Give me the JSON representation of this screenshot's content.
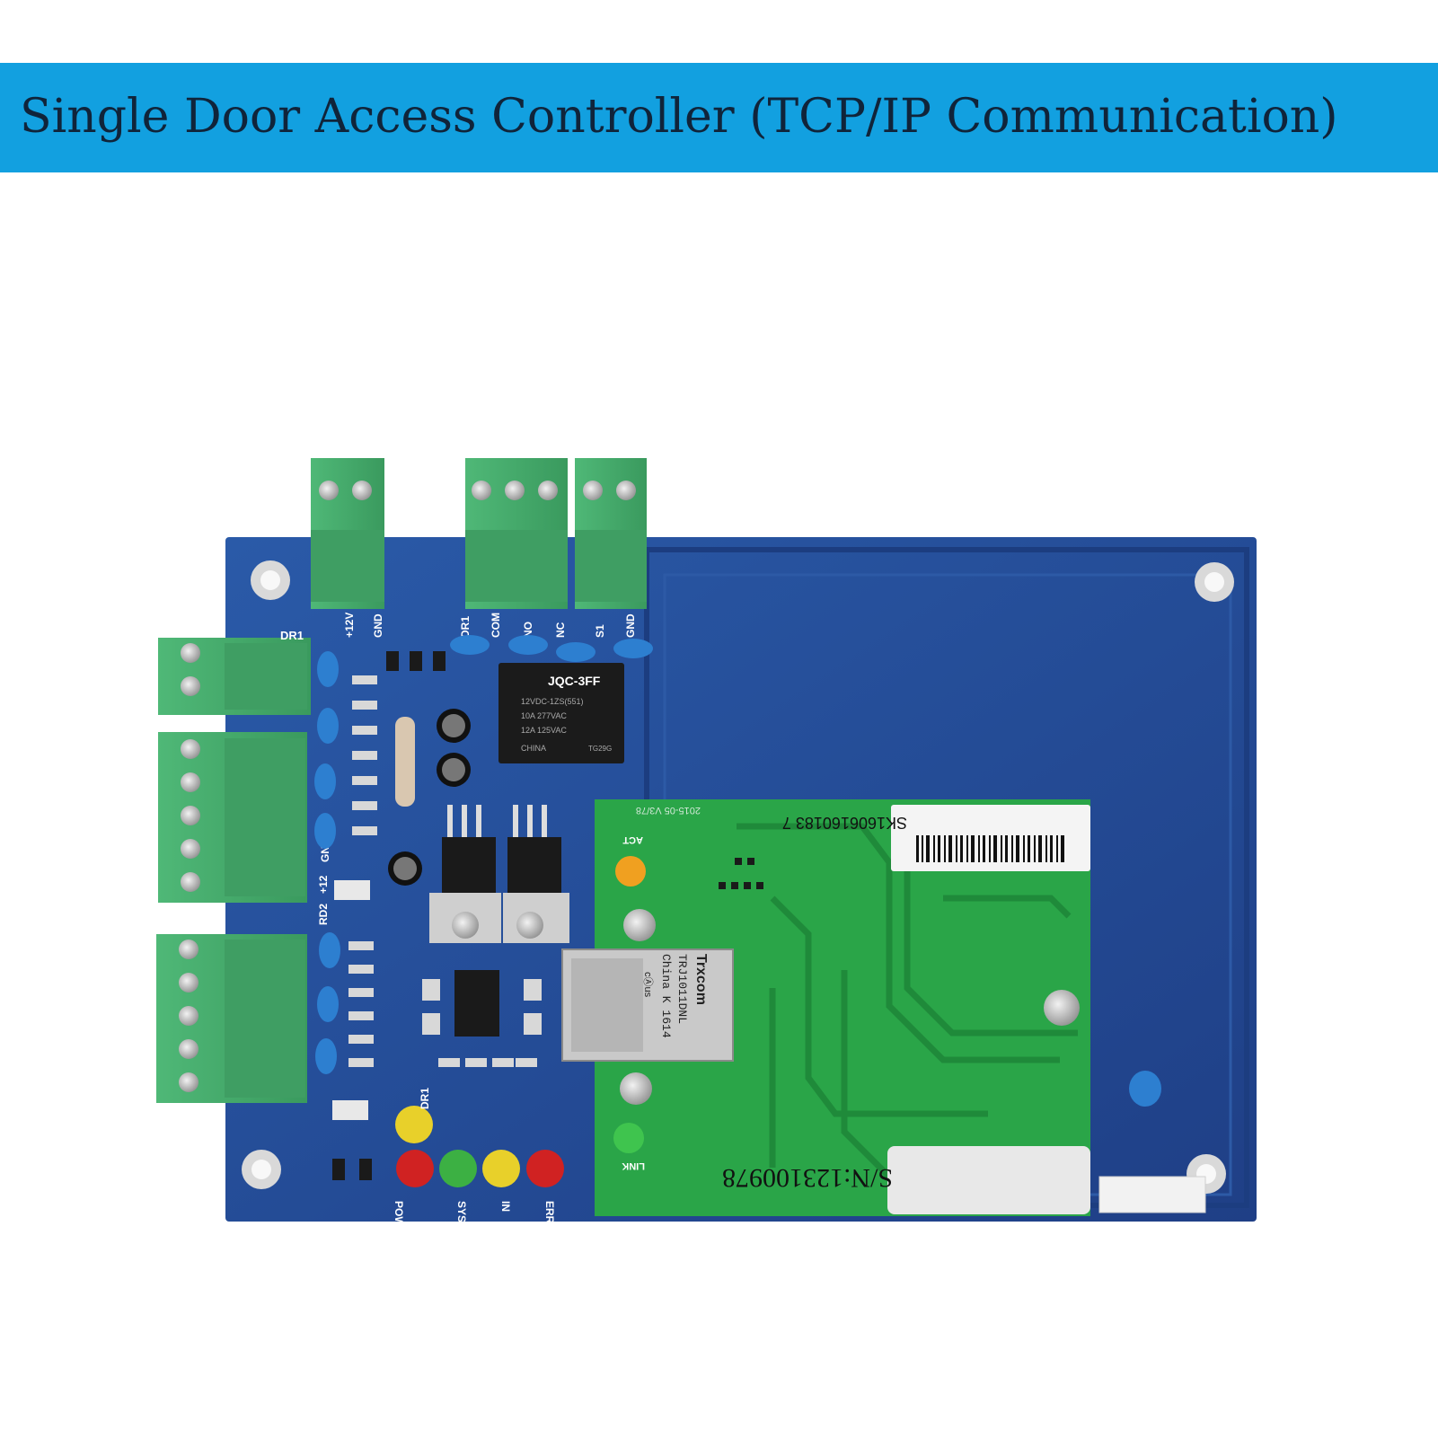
{
  "banner": {
    "title": "Single Door Access Controller (TCP/IP Communication)"
  },
  "board": {
    "power_labels": [
      "+12V",
      "GND"
    ],
    "relay_labels": [
      "DR1",
      "COM",
      "NO",
      "NC"
    ],
    "sensor_labels": [
      "S1",
      "GND"
    ],
    "left_labels": {
      "dr1": "DR1",
      "gnd": "GND",
      "p12": "+12",
      "rd2": "RD2"
    },
    "relay": {
      "model": "JQC-3FF",
      "line1": "12VDC-1ZS(551)",
      "line2": "10A 277VAC",
      "line3": "12A 125VAC",
      "line4": "CHINA",
      "line5": "TG29G"
    },
    "leds": [
      "POWER",
      "SYS",
      "IN",
      "ERR"
    ],
    "led_top": "DR1"
  },
  "module": {
    "date_code": "2015-05 V3/78",
    "act_label": "ACT",
    "link_label": "LINK",
    "barcode_text": "SK1606160183 7",
    "serial": "S/N:123100978",
    "rj45_brand": "Trxcom",
    "rj45_line1": "TRJ1011DNL",
    "rj45_line2": "China K 1614",
    "rj45_line3": "cⒶus"
  },
  "colors": {
    "banner": "#12a0e0",
    "pcb_blue": "#23478f",
    "module_green": "#2aa548",
    "terminal_green": "#4caf6c"
  }
}
